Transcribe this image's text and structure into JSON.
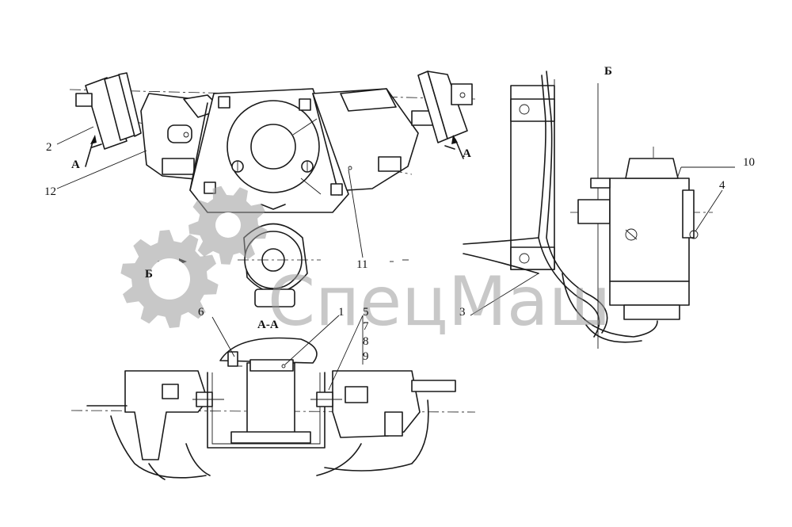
{
  "figure": {
    "callouts": {
      "c1": "1",
      "c2": "2",
      "c3": "3",
      "c4": "4",
      "c5": "5",
      "c6": "6",
      "c7": "7",
      "c8": "8",
      "c9": "9",
      "c10": "10",
      "c11": "11",
      "c12": "12"
    },
    "section_marks": {
      "a_left": "А",
      "a_right": "А",
      "b_arrow": "Б",
      "b_view": "Б",
      "section_aa": "А-А"
    }
  },
  "watermark": {
    "text": "СпецМаш",
    "color": "#9a9a9a"
  }
}
